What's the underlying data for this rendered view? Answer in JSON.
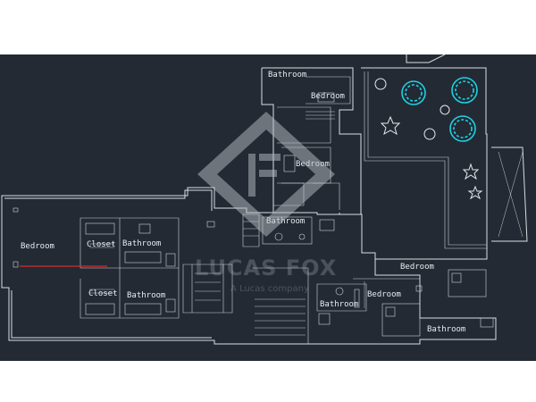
{
  "rooms": {
    "bathroom_top": "Bathroom",
    "bedroom_top": "Bedroom",
    "bedroom_mid": "Bedroom",
    "bathroom_center": "Bathroom",
    "bedroom_left": "Bedroom",
    "closet_1": "Closet",
    "bathroom_1": "Bathroom",
    "closet_2": "Closet",
    "bathroom_2": "Bathroom",
    "bedroom_right_1": "Bedroom",
    "bedroom_right_2": "Bedroom",
    "bathroom_right_1": "Bathroom",
    "bathroom_right_2": "Bathroom"
  },
  "watermark": {
    "brand": "LUCAS FOX",
    "tagline": "A Lucas company"
  },
  "colors": {
    "background": "#232a34",
    "walls": "#d9dde2",
    "trees": "#1fd1e0",
    "section_line": "#d42a2a",
    "text": "#e8ecf0"
  }
}
